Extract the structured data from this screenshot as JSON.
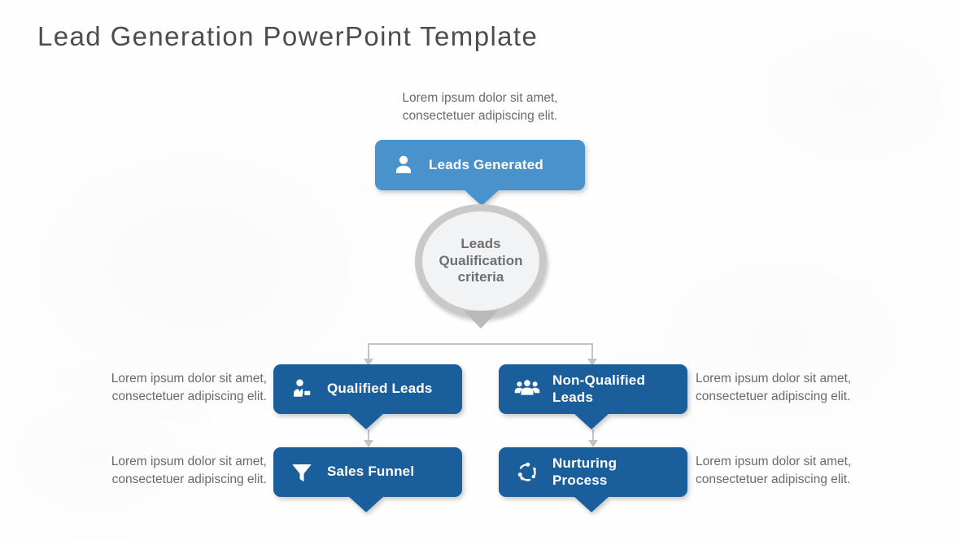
{
  "page": {
    "title": "Lead Generation PowerPoint Template"
  },
  "colors": {
    "title_text": "#4d4d4d",
    "body_text": "#6a6a6a",
    "light_blue": "#4a92cc",
    "dark_blue": "#1a5f9b",
    "circle_fill": "#f2f3f5",
    "circle_ring": "#c9c9c9",
    "circle_text": "#6f6f6f",
    "connector_gray": "#c4c4c4",
    "background": "#fefefe"
  },
  "top_description": "Lorem ipsum dolor sit amet,\nconsectetuer adipiscing elit.",
  "nodes": {
    "leads_generated": {
      "label": "Leads Generated",
      "icon": "person-icon"
    },
    "qualification_circle": {
      "label": "Leads\nQualification\ncriteria"
    },
    "qualified_leads": {
      "label": "Qualified Leads",
      "icon": "businessperson-icon"
    },
    "non_qualified_leads": {
      "label": "Non-Qualified\nLeads",
      "icon": "people-group-icon"
    },
    "sales_funnel": {
      "label": "Sales Funnel",
      "icon": "funnel-icon"
    },
    "nurturing_process": {
      "label": "Nurturing\nProcess",
      "icon": "cycle-arrows-icon"
    }
  },
  "descriptions": {
    "qualified_leads": "Lorem ipsum dolor sit amet,\nconsectetuer adipiscing elit.",
    "non_qualified_leads": "Lorem ipsum dolor sit amet,\nconsectetuer adipiscing elit.",
    "sales_funnel": "Lorem ipsum dolor sit amet,\nconsectetuer adipiscing elit.",
    "nurturing_process": "Lorem ipsum dolor sit amet,\nconsectetuer adipiscing elit."
  }
}
